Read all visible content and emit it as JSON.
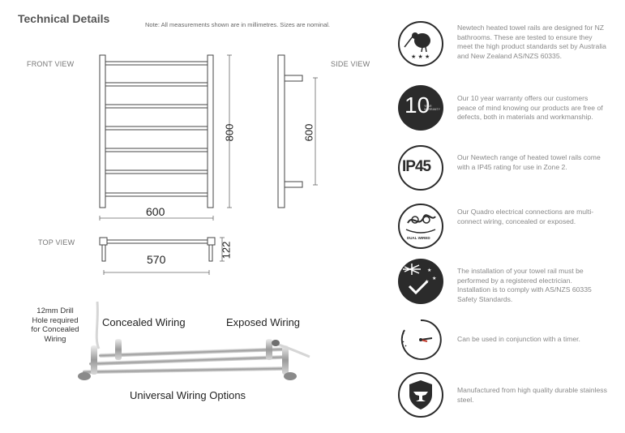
{
  "header": {
    "title": "Technical Details",
    "note": "Note: All measurements shown are in millimetres. Sizes are nominal."
  },
  "views": {
    "front": "FRONT VIEW",
    "side": "SIDE VIEW",
    "top": "TOP VIEW"
  },
  "dimensions": {
    "front_height": "800",
    "front_width": "600",
    "side_height": "600",
    "top_width": "570",
    "top_depth": "122"
  },
  "wiring": {
    "drill_note": "12mm Drill Hole required for Concealed Wiring",
    "concealed": "Concealed Wiring",
    "exposed": "Exposed Wiring",
    "universal": "Universal Wiring Options"
  },
  "features": [
    {
      "icon": "kiwi-bird-icon",
      "text": "Newtech heated towel rails are designed for NZ bathrooms. These are tested to ensure they meet the high product standards set by Australia and New Zealand AS/NZS 60335."
    },
    {
      "icon": "warranty-10-year-icon",
      "icon_text": "10",
      "icon_sub": "YEAR WARRANTY",
      "text": "Our 10 year warranty offers our customers peace of mind knowing our products are free of defects, both in materials and workmanship."
    },
    {
      "icon": "ip45-icon",
      "icon_text": "IP45",
      "text": "Our Newtech range of heated towel rails come with a IP45 rating for use in Zone 2."
    },
    {
      "icon": "dual-wired-icon",
      "icon_text": "DUAL WIRED",
      "text": "Our Quadro electrical connections are multi-connect wiring, concealed or exposed."
    },
    {
      "icon": "nz-flag-check-icon",
      "text": "The installation of your towel rail must be performed by a registered electrician. Installation is to comply with AS/NZS 60335 Safety Standards."
    },
    {
      "icon": "timer-icon",
      "text": "Can be used in conjunction with a timer."
    },
    {
      "icon": "anvil-shield-icon",
      "text": "Manufactured from high quality durable stainless steel."
    }
  ],
  "colors": {
    "icon_dark": "#2b2b2b",
    "text_gray": "#888888"
  }
}
